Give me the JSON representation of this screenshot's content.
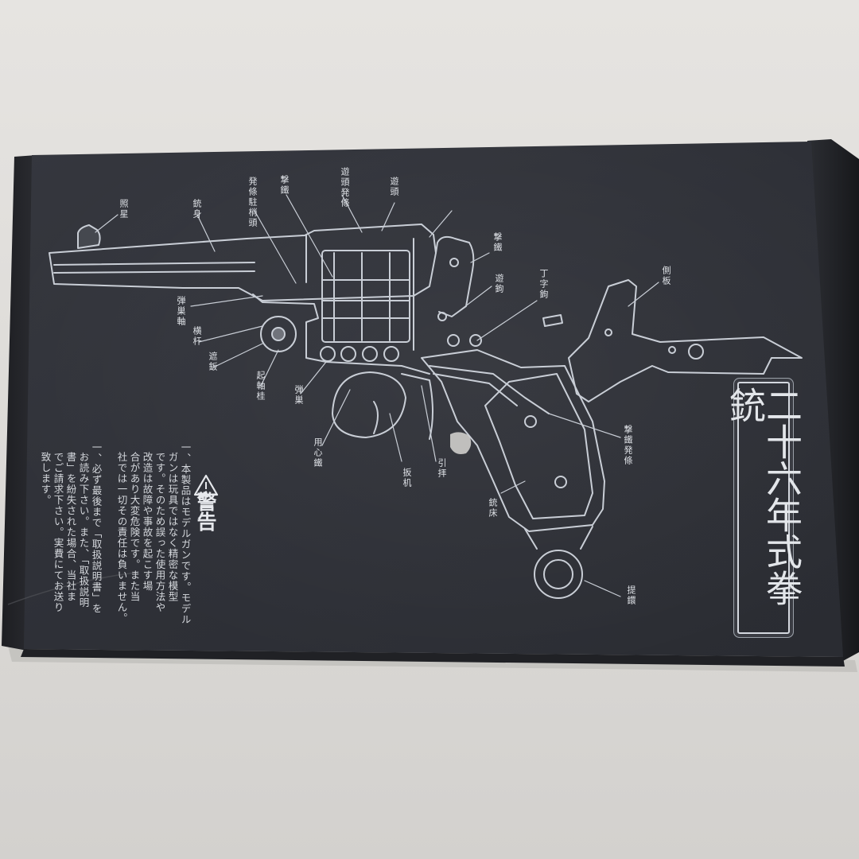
{
  "box": {
    "title": "二十六年式拳銃",
    "warning_heading": "警告",
    "warning_lines_right": [
      "一、本製品はモデルガンです。モデル",
      "ガンは玩具ではなく精密な模型",
      "です。そのため誤った使用方法や",
      "改造は故障や事故を起こす場",
      "合があり大変危険です。また当",
      "社では一切その責任は負いません。"
    ],
    "warning_lines_left": [
      "一、必ず最後まで「取扱説明書」を",
      "お読み下さい。また、「取扱説明",
      "書」を紛失された場合、当社ま",
      "でご請求下さい。実費にてお送り",
      "致します。"
    ],
    "part_labels": [
      "照星",
      "銃身",
      "発條駐梢頭",
      "撃鐵",
      "遊頭発條",
      "遊頭",
      "撃鐵",
      "遊鉤",
      "丁字鉤",
      "側板",
      "弾巣軸",
      "横杆",
      "遮鈑",
      "起軸桂",
      "弾巣",
      "用心鐵",
      "扳机",
      "引拝",
      "撃鐵発條",
      "銃床",
      "提鐶"
    ]
  },
  "colors": {
    "box_face": "#2f3138",
    "line_art": "#c9ced6",
    "background": "#e0dedb"
  },
  "icons": [
    "warning-triangle-icon",
    "revolver-diagram"
  ]
}
